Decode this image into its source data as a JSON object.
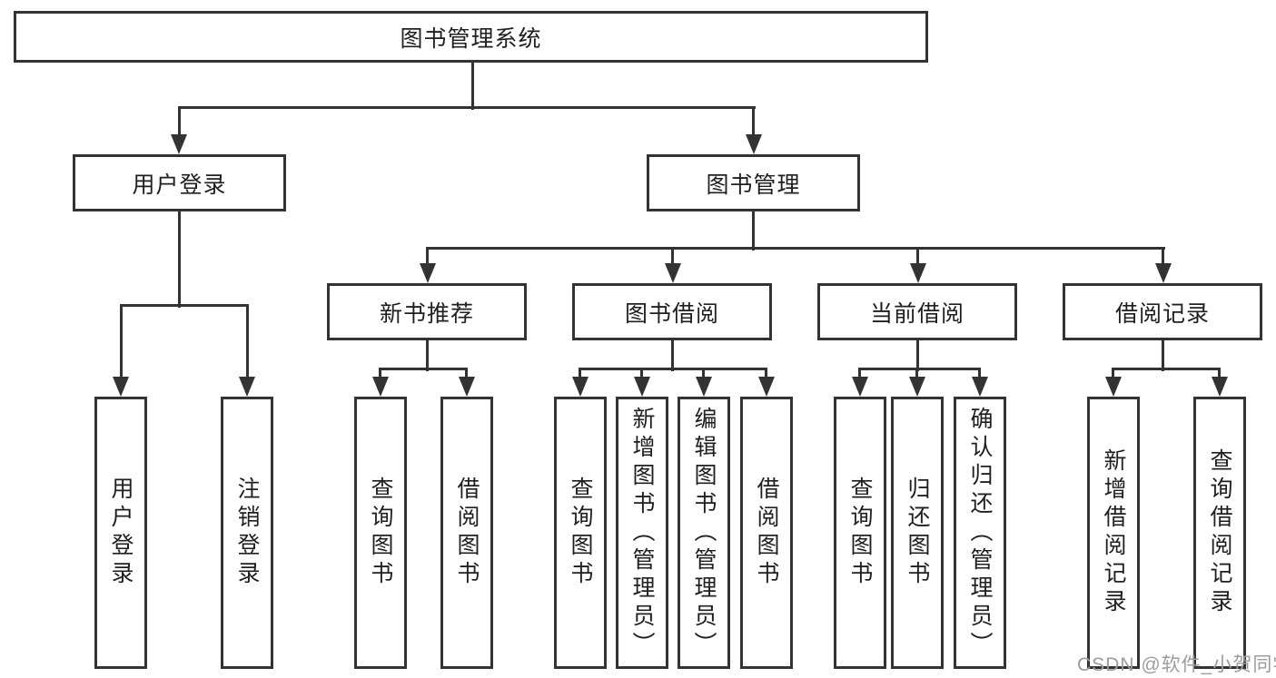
{
  "tree": {
    "root": "图书管理系统",
    "branches": [
      {
        "label": "用户登录",
        "children": [
          "用户登录",
          "注销登录"
        ]
      },
      {
        "label": "图书管理",
        "groups": [
          {
            "label": "新书推荐",
            "children": [
              "查询图书",
              "借阅图书"
            ]
          },
          {
            "label": "图书借阅",
            "children": [
              "查询图书",
              "新增图书（管理员）",
              "编辑图书（管理员）",
              "借阅图书"
            ]
          },
          {
            "label": "当前借阅",
            "children": [
              "查询图书",
              "归还图书",
              "确认归还（管理员）"
            ]
          },
          {
            "label": "借阅记录",
            "children": [
              "新增借阅记录",
              "查询借阅记录"
            ]
          }
        ]
      }
    ]
  },
  "watermark": "CSDN @软件_小贺同学",
  "colors": {
    "line": "#333333",
    "box_border": "#333333",
    "text": "#1f1f1f",
    "watermark": "#9c9c9c",
    "background": "#ffffff"
  }
}
